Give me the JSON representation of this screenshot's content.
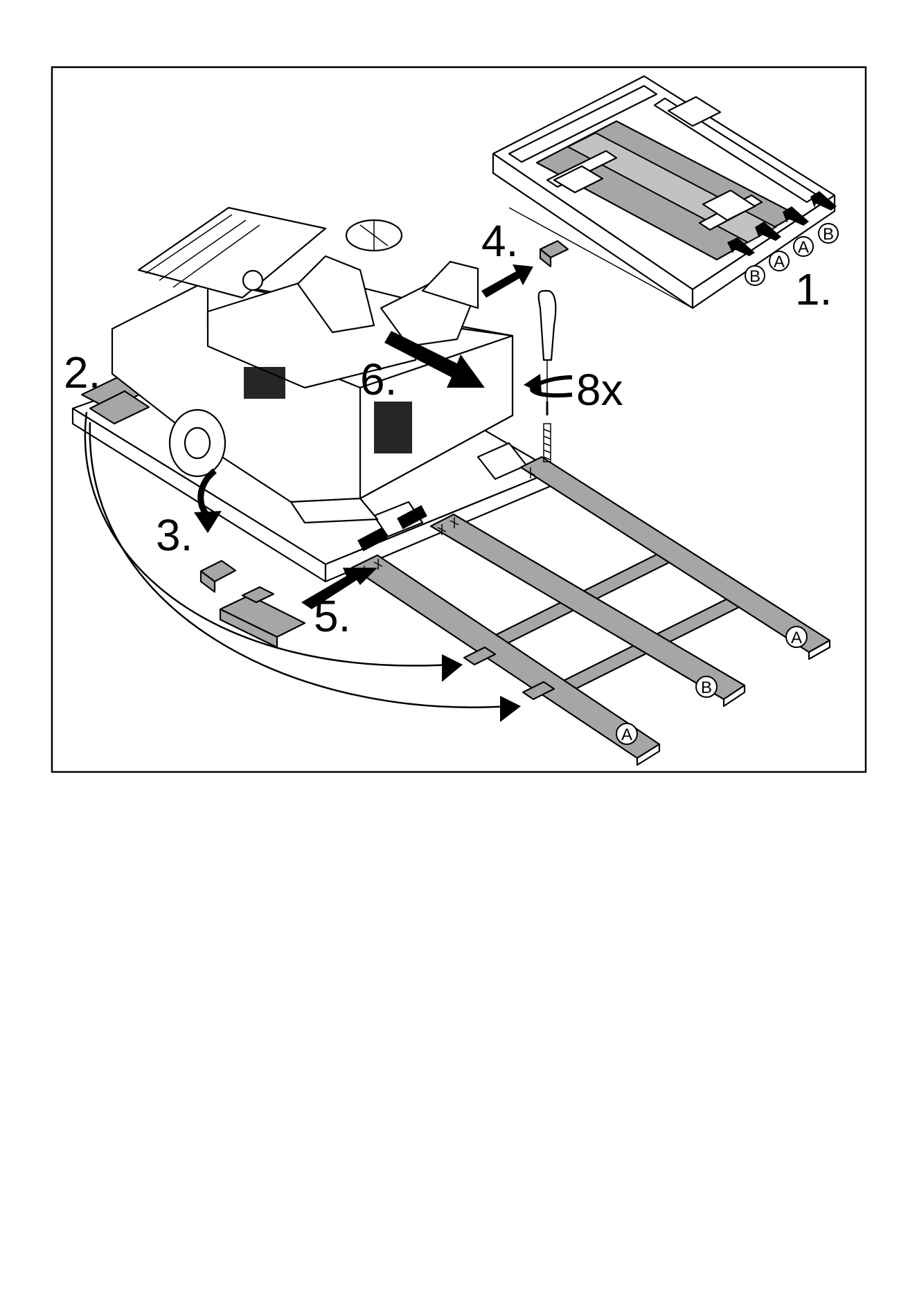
{
  "steps": {
    "s1": "1.",
    "s2": "2.",
    "s3": "3.",
    "s4": "4.",
    "s5": "5.",
    "s6": "6.",
    "screws": "8x"
  },
  "plank_letters": {
    "top_b1": "B",
    "top_a1": "A",
    "top_a2": "A",
    "top_b2": "B",
    "ramp_right": "A",
    "ramp_middle": "B",
    "ramp_left": "A"
  },
  "colors": {
    "line": "#000000",
    "plank": "#a6a6a6",
    "background": "#ffffff"
  }
}
